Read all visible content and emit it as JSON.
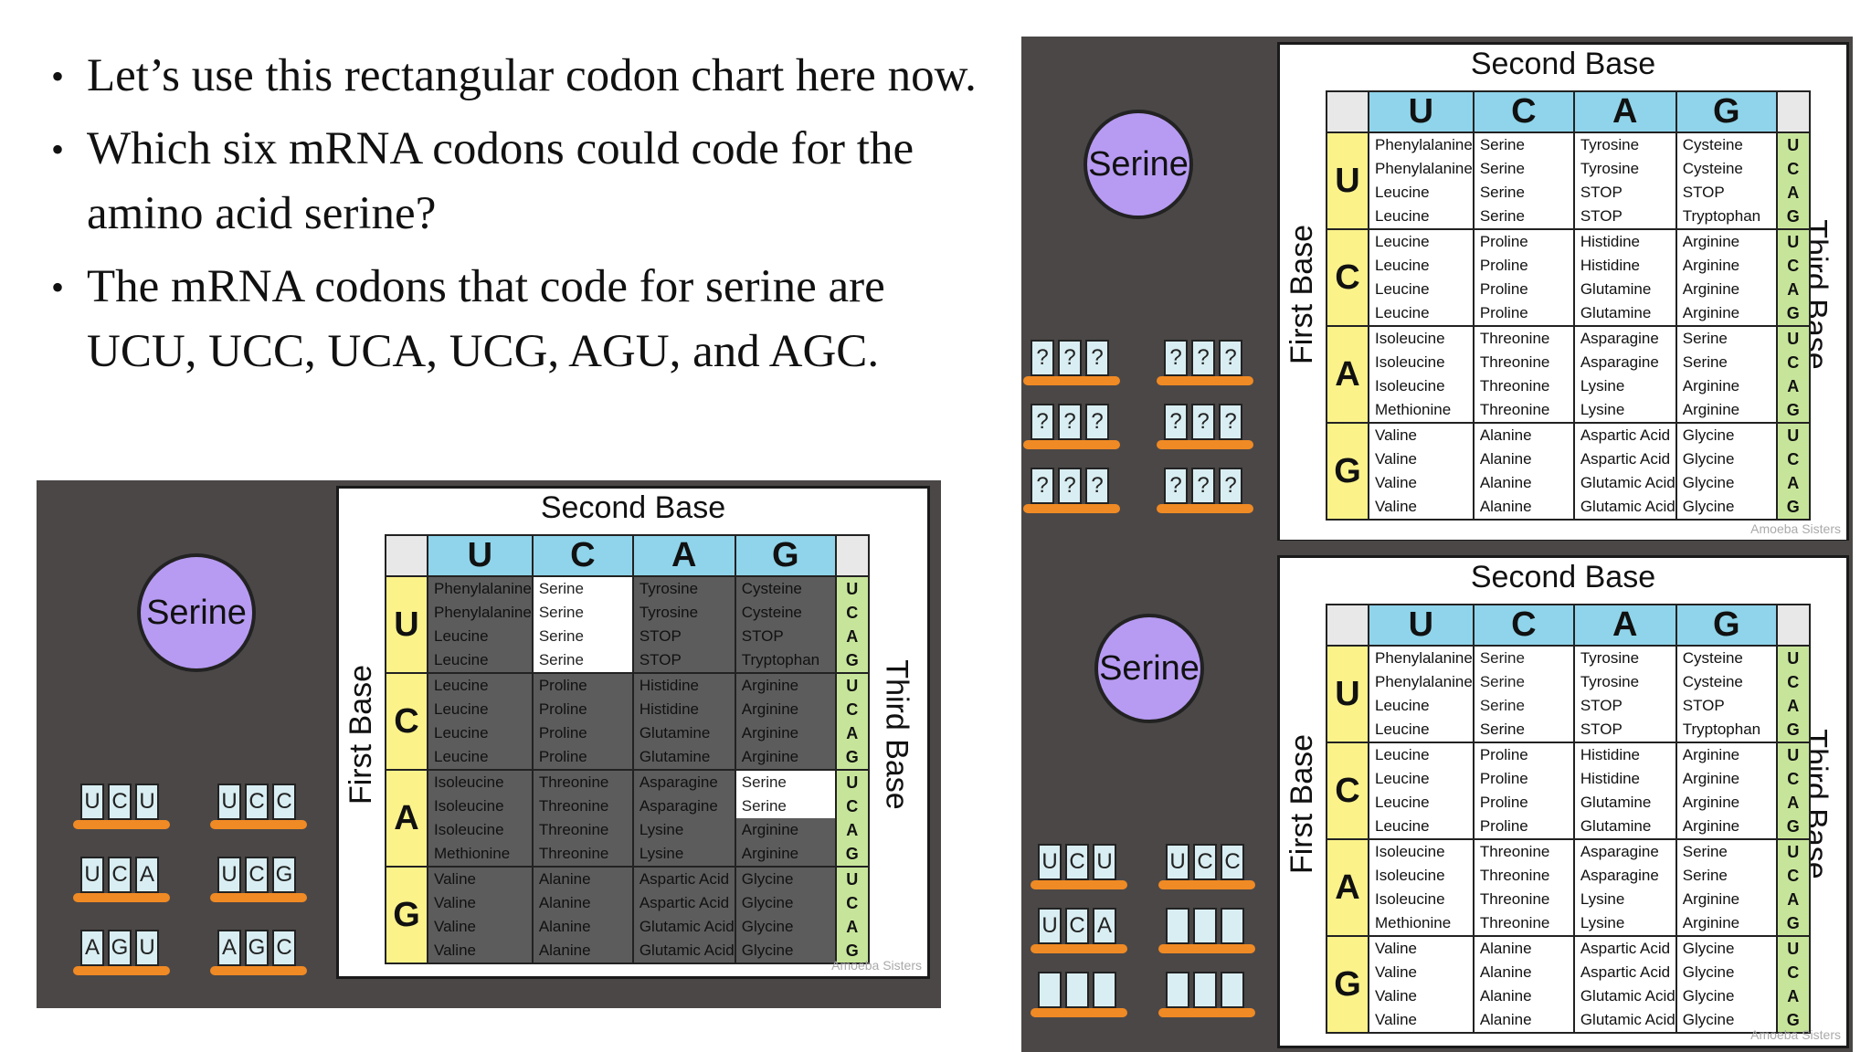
{
  "bullets": [
    "Let’s use this rectangular codon chart here now.",
    "Which six mRNA codons could code for the amino acid serine?",
    "The mRNA codons that code for serine are UCU, UCC, UCA, UCG, AGU, and AGC."
  ],
  "chart_labels": {
    "second_base": "Second Base",
    "first_base": "First Base",
    "third_base": "Third Base",
    "bases": [
      "U",
      "C",
      "A",
      "G"
    ],
    "bubble": "Serine",
    "watermark": "Amoeba Sisters"
  },
  "codon_table": [
    {
      "first": "U",
      "cols": [
        [
          "Phenylalanine",
          "Phenylalanine",
          "Leucine",
          "Leucine"
        ],
        [
          "Serine",
          "Serine",
          "Serine",
          "Serine"
        ],
        [
          "Tyrosine",
          "Tyrosine",
          "STOP",
          "STOP"
        ],
        [
          "Cysteine",
          "Cysteine",
          "STOP",
          "Tryptophan"
        ]
      ]
    },
    {
      "first": "C",
      "cols": [
        [
          "Leucine",
          "Leucine",
          "Leucine",
          "Leucine"
        ],
        [
          "Proline",
          "Proline",
          "Proline",
          "Proline"
        ],
        [
          "Histidine",
          "Histidine",
          "Glutamine",
          "Glutamine"
        ],
        [
          "Arginine",
          "Arginine",
          "Arginine",
          "Arginine"
        ]
      ]
    },
    {
      "first": "A",
      "cols": [
        [
          "Isoleucine",
          "Isoleucine",
          "Isoleucine",
          "Methionine"
        ],
        [
          "Threonine",
          "Threonine",
          "Threonine",
          "Threonine"
        ],
        [
          "Asparagine",
          "Asparagine",
          "Lysine",
          "Lysine"
        ],
        [
          "Serine",
          "Serine",
          "Arginine",
          "Arginine"
        ]
      ]
    },
    {
      "first": "G",
      "cols": [
        [
          "Valine",
          "Valine",
          "Valine",
          "Valine"
        ],
        [
          "Alanine",
          "Alanine",
          "Alanine",
          "Alanine"
        ],
        [
          "Aspartic Acid",
          "Aspartic Acid",
          "Glutamic Acid",
          "Glutamic Acid"
        ],
        [
          "Glycine",
          "Glycine",
          "Glycine",
          "Glycine"
        ]
      ]
    }
  ],
  "codons_left_panel": [
    "UCU",
    "UCC",
    "UCA",
    "UCG",
    "AGU",
    "AGC"
  ],
  "codons_top_right": [
    "???",
    "???",
    "???",
    "???",
    "???",
    "???"
  ],
  "codons_bottom_right": [
    "UCU",
    "UCC",
    "UCA",
    "",
    "",
    ""
  ],
  "colors": {
    "panel": "#4b4747",
    "header": "#8fd4ea",
    "first": "#fbf28a",
    "third": "#c7e59a",
    "bubble": "#b79bf2",
    "shelf": "#f08a24"
  }
}
